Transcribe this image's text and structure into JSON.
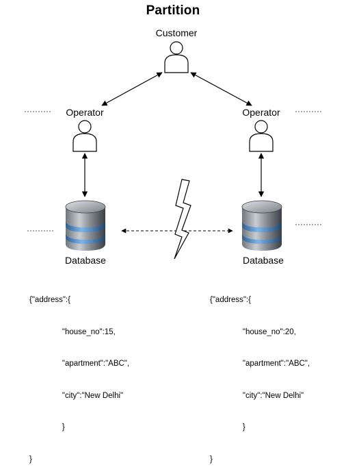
{
  "diagram": {
    "title": "Partition",
    "customer": {
      "label": "Customer"
    },
    "operators": [
      {
        "label": "Operator"
      },
      {
        "label": "Operator"
      }
    ],
    "databases": [
      {
        "label": "Database",
        "record_lines": [
          "{\"address\":{",
          "               \"house_no\":15,",
          "               \"apartment\":\"ABC\",",
          "               \"city\":\"New Delhi\"",
          "               }",
          "}"
        ]
      },
      {
        "label": "Database",
        "record_lines": [
          "{\"address\":{",
          "               \"house_no\":20,",
          "               \"apartment\":\"ABC\",",
          "               \"city\":\"New Delhi\"",
          "               }",
          "}"
        ]
      }
    ],
    "colors": {
      "stroke": "#000000",
      "cylinder_dark": "#3a3f45",
      "cylinder_band": "#4d8fd1",
      "dashed_line": "#555555"
    }
  }
}
